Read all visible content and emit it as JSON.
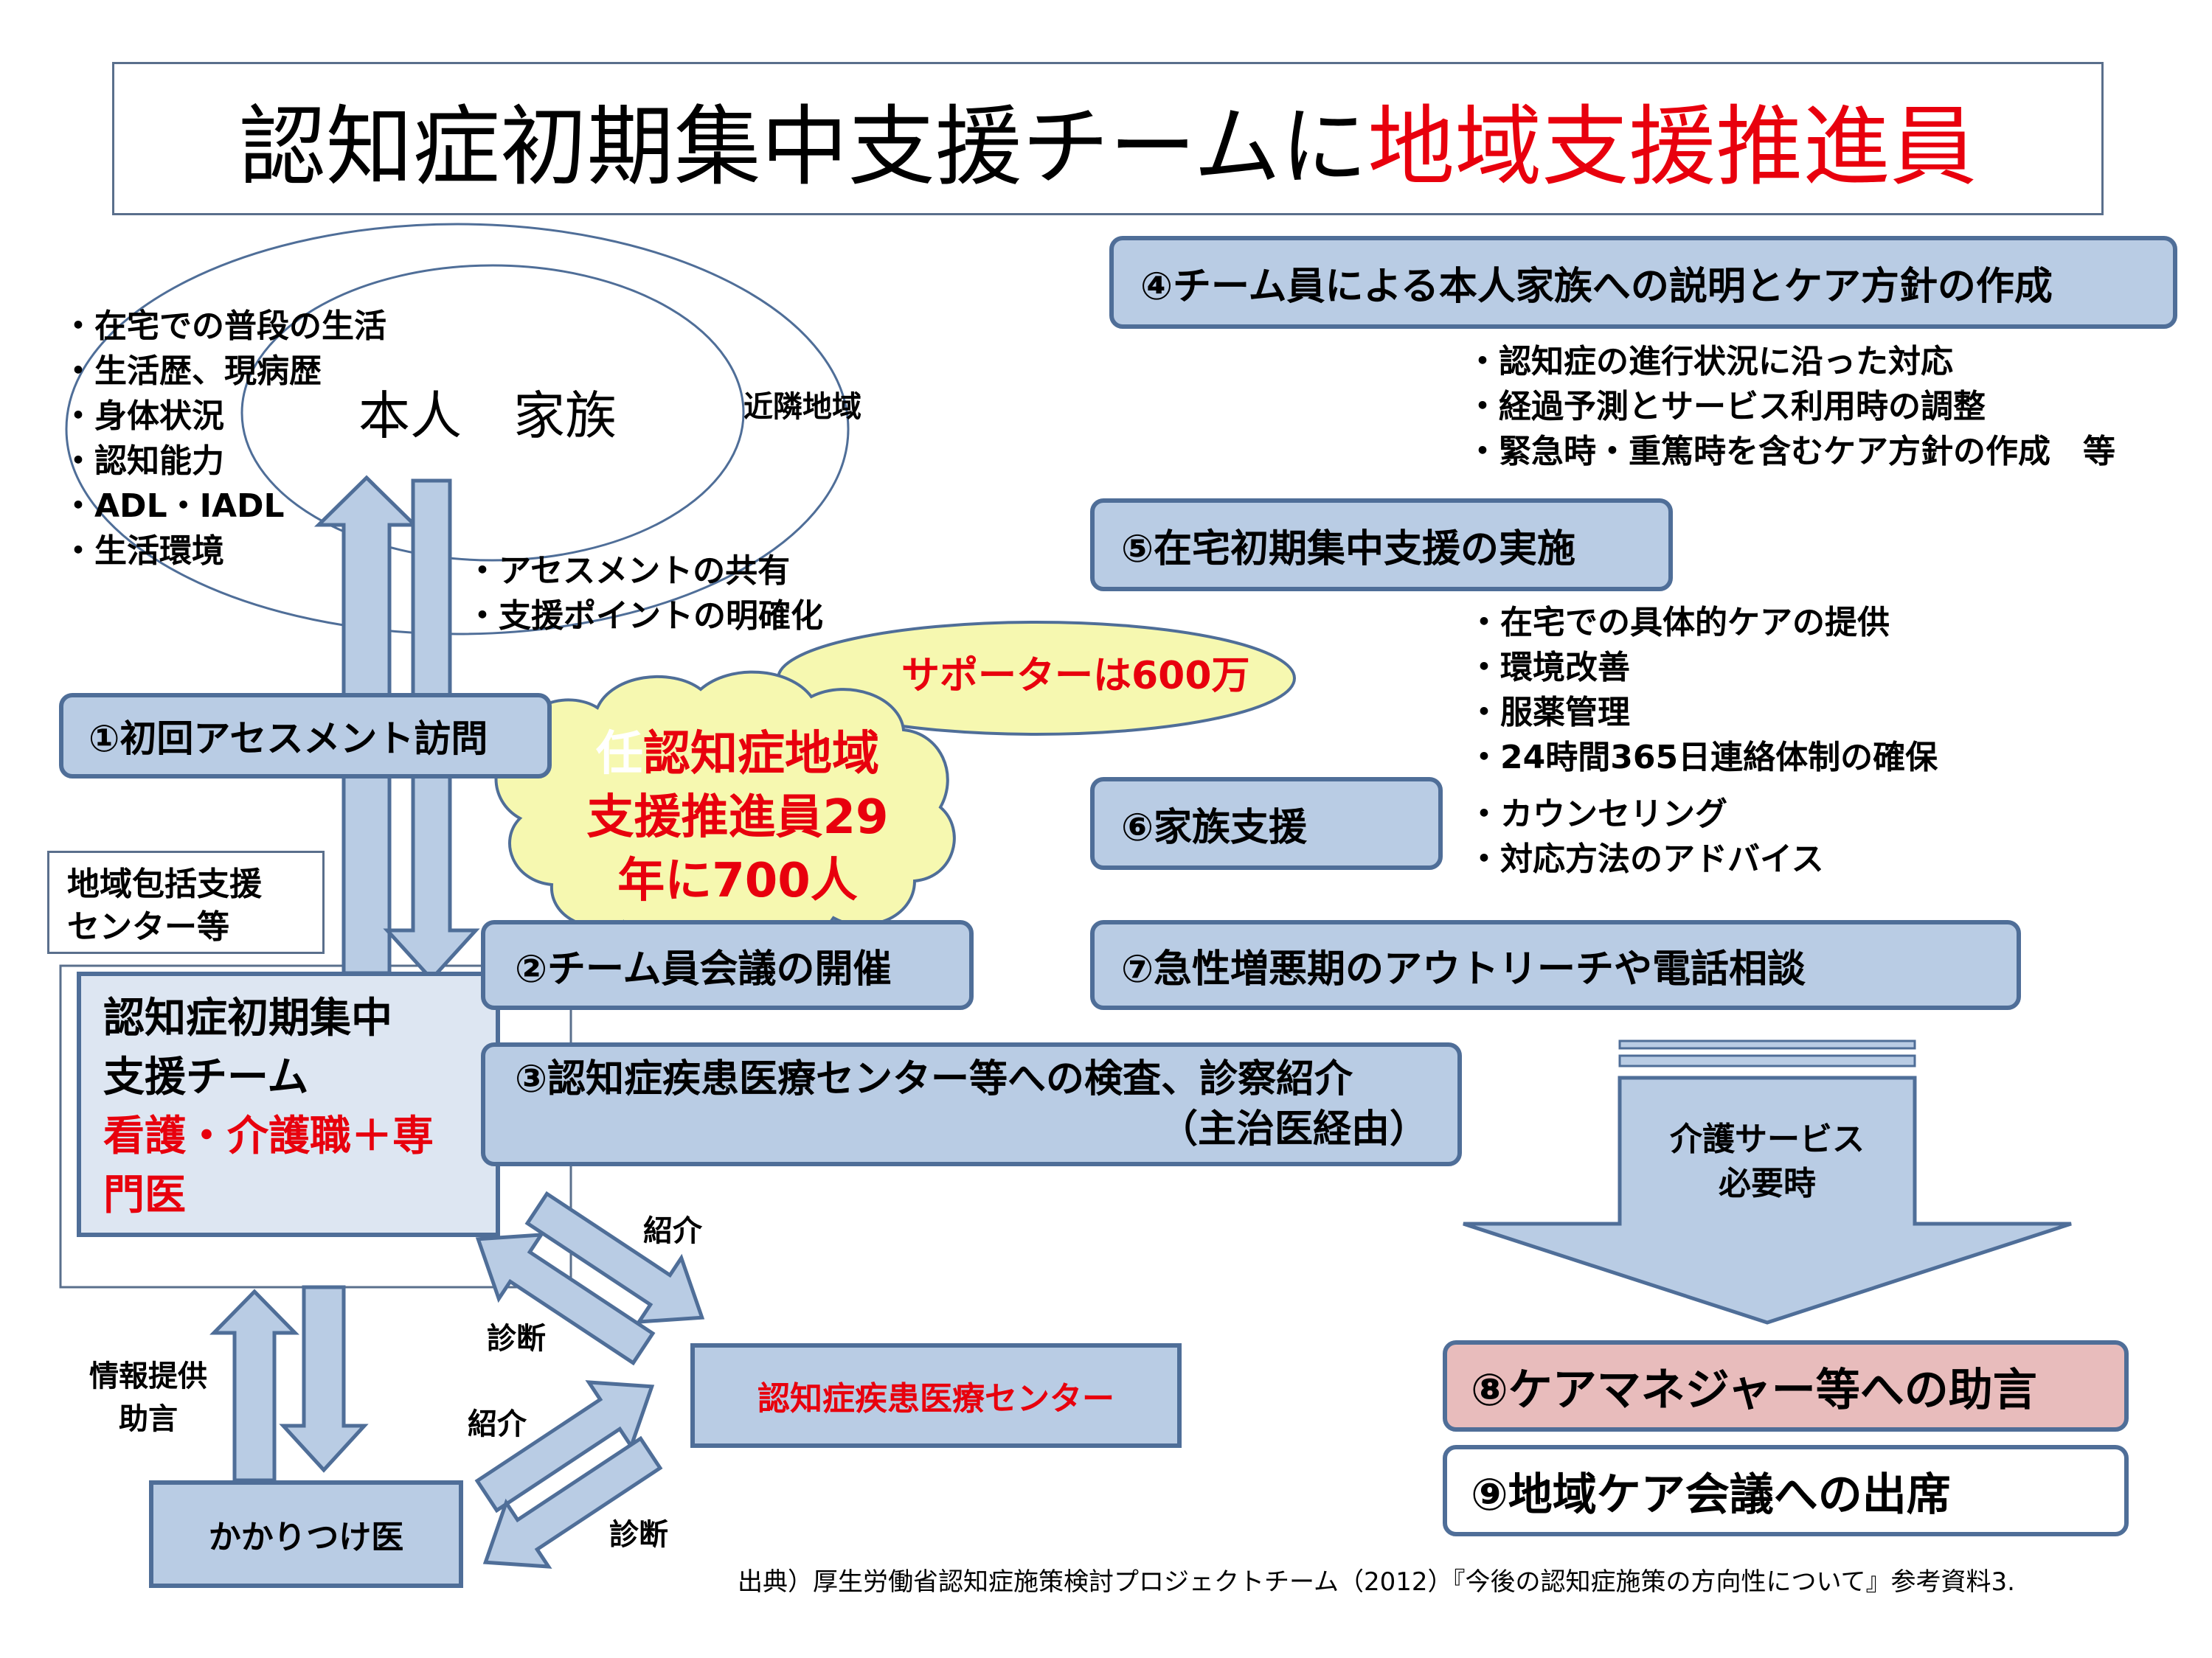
{
  "title": {
    "black": "認知症初期集中支援チームに",
    "red": "地域支援推進員"
  },
  "subject": {
    "label": "本人　家族",
    "neighborhood": "近隣地域"
  },
  "assessment_items": [
    "・在宅での普段の生活",
    "・生活歴、現病歴",
    "・身体状況",
    "・認知能力",
    "・ADL・IADL",
    "・生活環境"
  ],
  "shared_items": [
    "・アセスメントの共有",
    "・支援ポイントの明確化"
  ],
  "steps": {
    "s1": "①初回アセスメント訪問",
    "s2": "②チーム員会議の開催",
    "s3_line1": "③認知症疾患医療センター等への検査、診察紹介",
    "s3_line2": "（主治医経由）",
    "s4": "④チーム員による本人家族への説明とケア方針の作成",
    "s5": "⑤在宅初期集中支援の実施",
    "s6": "⑥家族支援",
    "s7": "⑦急性増悪期のアウトリーチや電話相談",
    "s8": "⑧ケアマネジャー等への助言",
    "s9": "⑨地域ケア会議への出席"
  },
  "s4_items": [
    "・認知症の進行状況に沿った対応",
    "・経過予測とサービス利用時の調整",
    "・緊急時・重篤時を含むケア方針の作成　等"
  ],
  "s5_items": [
    "・在宅での具体的ケアの提供",
    "・環境改善",
    "・服薬管理",
    "・24時間365日連絡体制の確保"
  ],
  "s6_items": [
    "・カウンセリング",
    "・対応方法のアドバイス"
  ],
  "callouts": {
    "supporters": "サポーターは600万",
    "promoters_faint": "任",
    "promoters_lines": [
      "認知症地域",
      "支援推進員29",
      "年に700人"
    ]
  },
  "regional_center": [
    "地域包括支援",
    "センター等"
  ],
  "team": {
    "line1": "認知症初期集中",
    "line2": "支援チーム",
    "red1": "看護・介護職＋専",
    "red2": "門医"
  },
  "medical_center": "認知症疾患医療センター",
  "family_doctor": "かかりつけ医",
  "arrow_labels": {
    "info": [
      "情報提供",
      "助言"
    ],
    "referral": "紹介",
    "diagnosis": "診断",
    "care_service": [
      "介護サービス",
      "必要時"
    ]
  },
  "source": "出典）厚生労働省認知症施策検討プロジェクトチーム（2012）『今後の認知症施策の方向性について』参考資料3.",
  "colors": {
    "accent_red": "#e8000d",
    "box_fill": "#b9cce4",
    "box_border": "#4f6e98",
    "callout_fill": "#f6f8b0",
    "pink_fill": "#e8bcbc"
  }
}
